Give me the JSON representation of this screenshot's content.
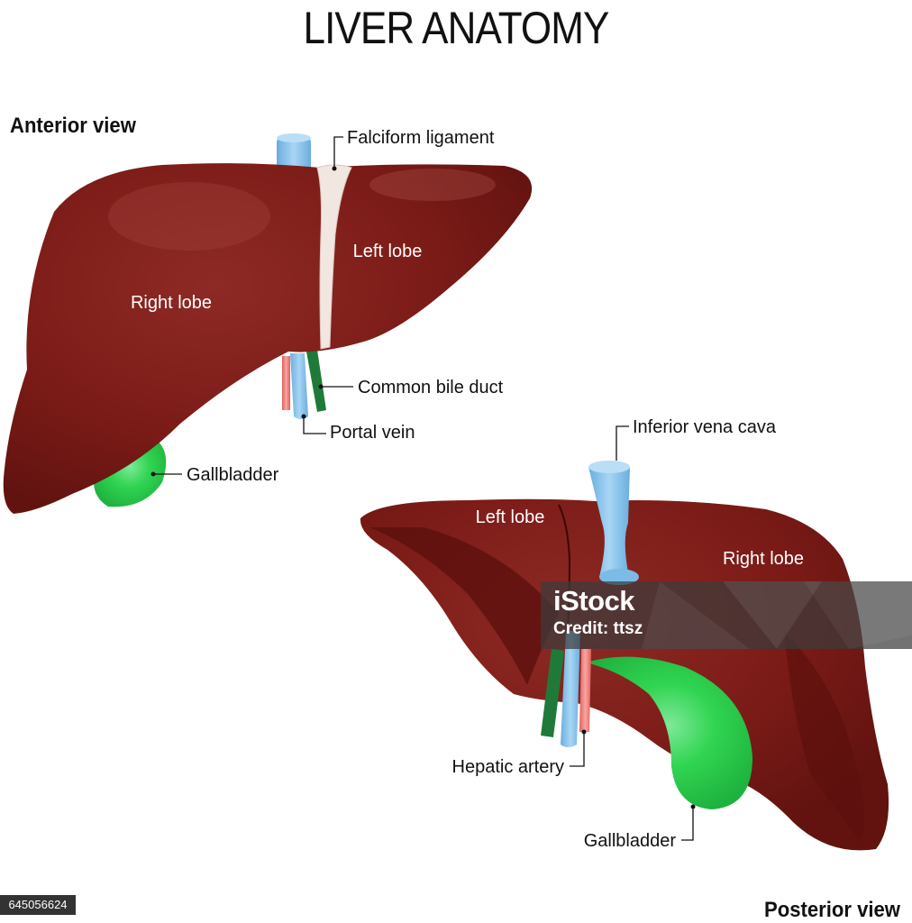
{
  "title": "LIVER ANATOMY",
  "anterior": {
    "heading": "Anterior view",
    "labels": {
      "right_lobe": "Right lobe",
      "left_lobe": "Left lobe",
      "falciform": "Falciform ligament",
      "common_bile_duct": "Common bile duct",
      "portal_vein": "Portal vein",
      "gallbladder": "Gallbladder"
    }
  },
  "posterior": {
    "heading": "Posterior view",
    "labels": {
      "left_lobe": "Left lobe",
      "right_lobe": "Right lobe",
      "ivc": "Inferior vena cava",
      "hepatic_artery": "Hepatic artery",
      "gallbladder": "Gallbladder"
    }
  },
  "watermark": {
    "logo": "iStock",
    "credit": "Credit: ttsz"
  },
  "image_id": "645056624",
  "colors": {
    "liver": "#7b1b17",
    "liver_dark": "#5a0f0c",
    "gallbladder": "#2fcf4f",
    "vein_blue": "#8cc4ec",
    "artery_red": "#f0706c",
    "duct_green": "#1f7a3a",
    "ligament": "#f2e6e0"
  }
}
